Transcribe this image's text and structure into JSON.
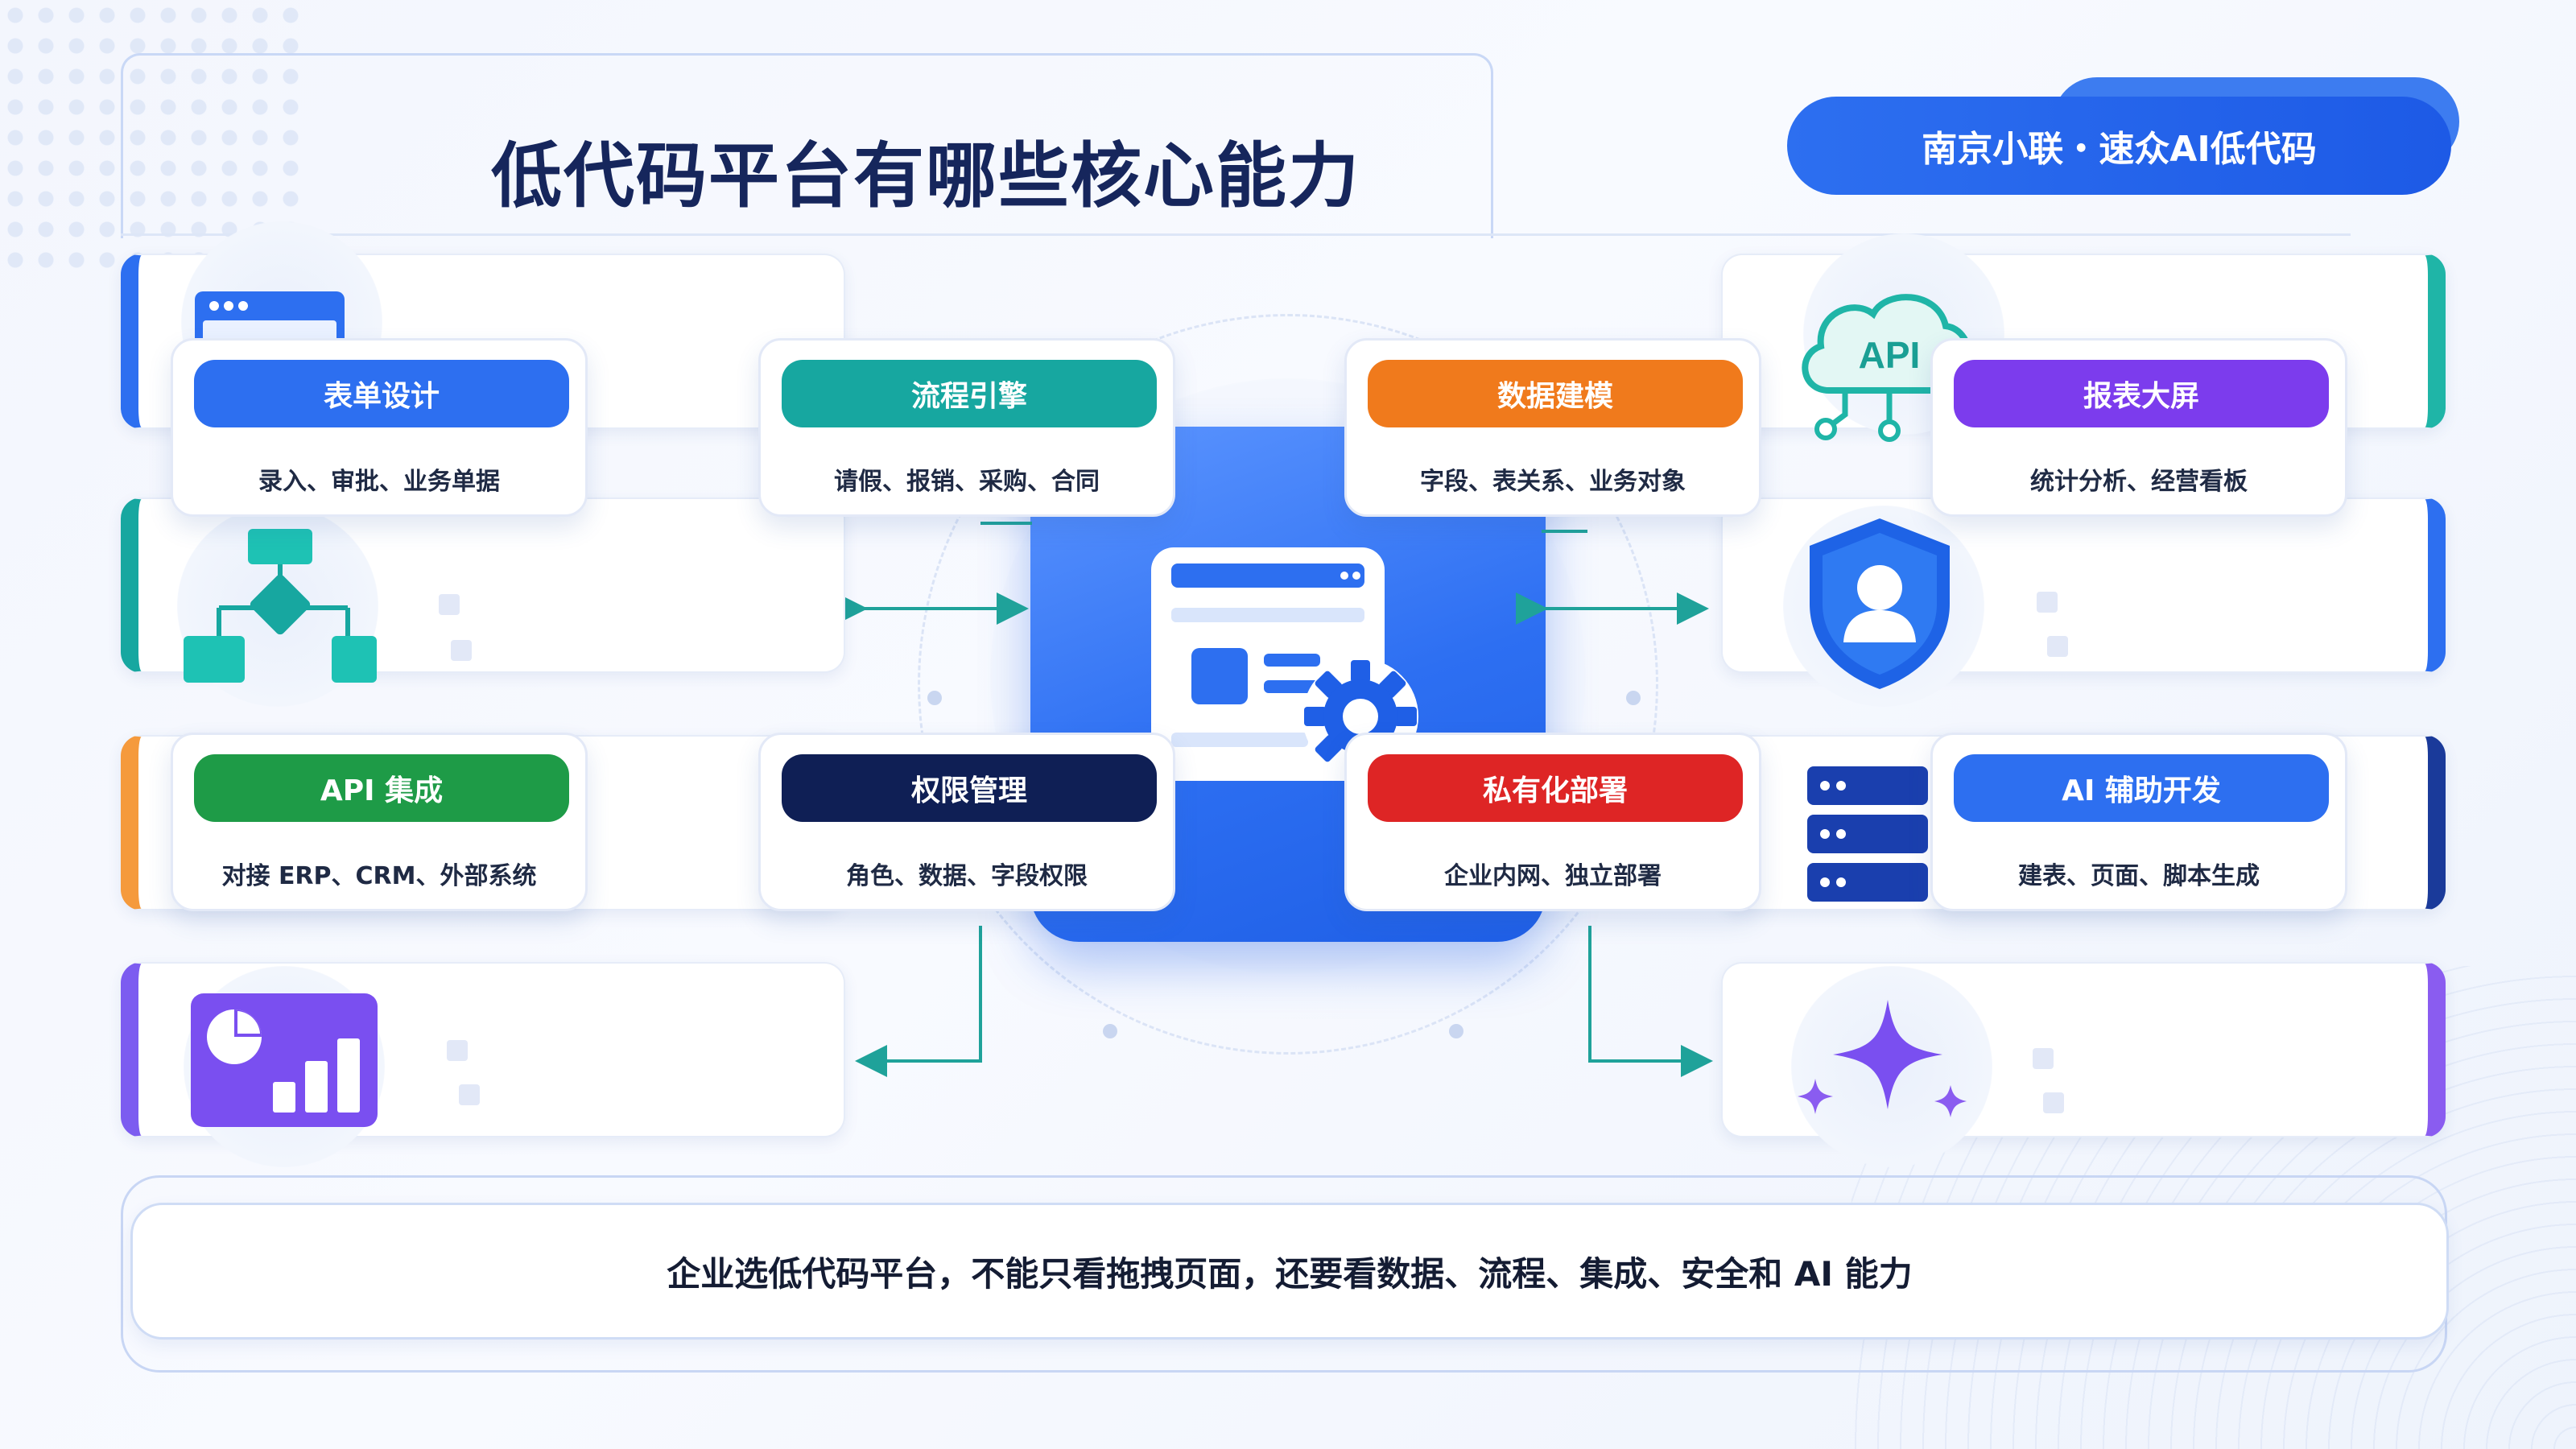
{
  "title": "低代码平台有哪些核心能力",
  "brand": "南京小联・速众AI低代码",
  "capabilities": [
    {
      "name": "表单设计",
      "desc": "录入、审批、业务单据",
      "color": "#2d6ff0"
    },
    {
      "name": "流程引擎",
      "desc": "请假、报销、采购、合同",
      "color": "#17a7a0"
    },
    {
      "name": "数据建模",
      "desc": "字段、表关系、业务对象",
      "color": "#f07a1c"
    },
    {
      "name": "报表大屏",
      "desc": "统计分析、经营看板",
      "color": "#7c3ced"
    },
    {
      "name": "API 集成",
      "desc": "对接 ERP、CRM、外部系统",
      "color": "#1e9b47"
    },
    {
      "name": "权限管理",
      "desc": "角色、数据、字段权限",
      "color": "#0f1f55"
    },
    {
      "name": "私有化部署",
      "desc": "企业内网、独立部署",
      "color": "#de2525"
    },
    {
      "name": "AI 辅助开发",
      "desc": "建表、页面、脚本生成",
      "color": "#2d6ff0"
    }
  ],
  "icons": {
    "api_cloud_label": "API",
    "form": "browser-form-icon",
    "flow": "flowchart-icon",
    "report": "chart-report-icon",
    "api": "api-cloud-icon",
    "security": "shield-user-icon",
    "server": "server-icon",
    "ai": "sparkle-icon",
    "center": "platform-gear-icon"
  },
  "colors": {
    "side_left": [
      "#2d6ff0",
      "#17a7a0",
      "#f59a3c",
      "#7c5cf0"
    ],
    "side_right": [
      "#1fb5a7",
      "#2d6ff0",
      "#1a3a9a",
      "#8a5cf0"
    ],
    "accent": "#1fa29a"
  },
  "footer": "企业选低代码平台，不能只看拖拽页面，还要看数据、流程、集成、安全和 AI 能力"
}
